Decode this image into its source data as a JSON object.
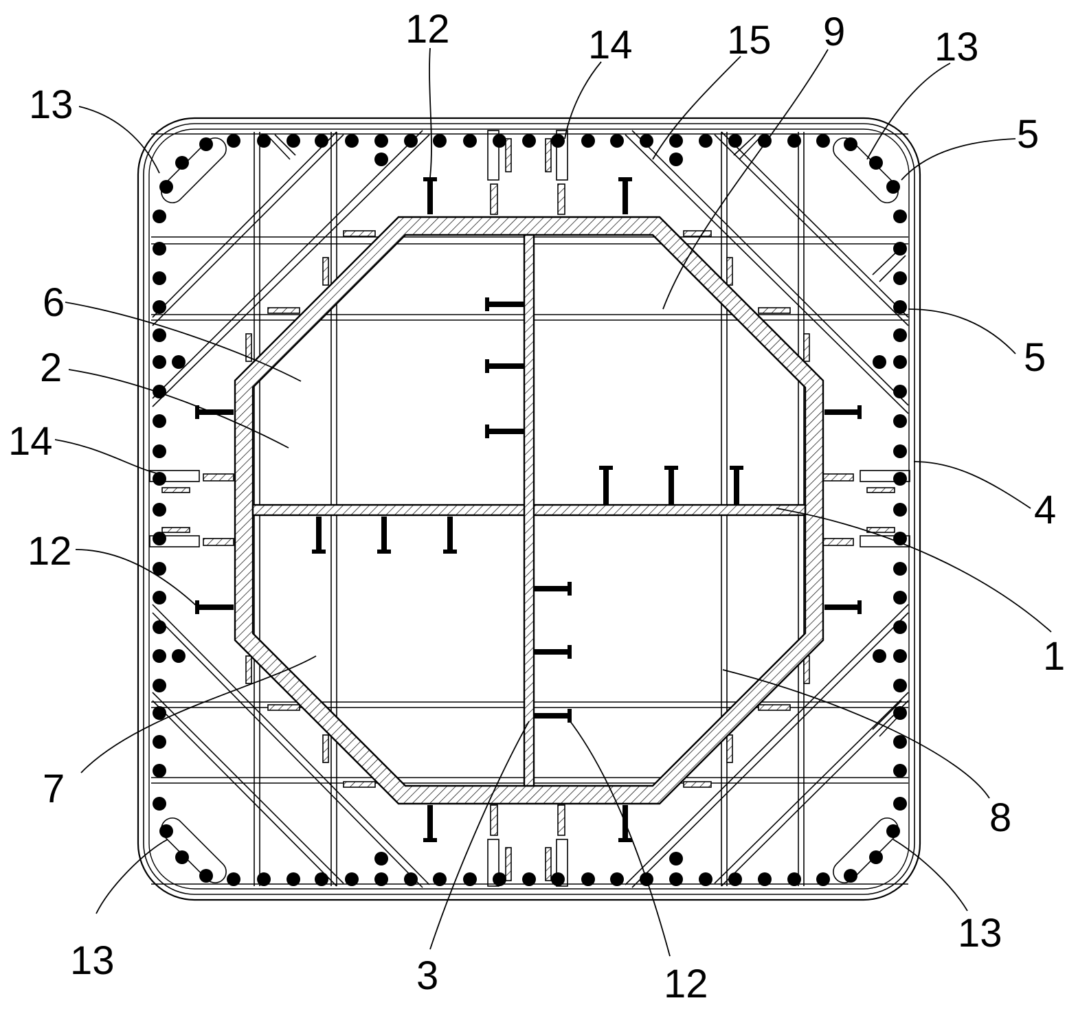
{
  "labels": {
    "l12a": "12",
    "l14a": "14",
    "l15": "15",
    "l9": "9",
    "l13a": "13",
    "l13b": "13",
    "l5a": "5",
    "l5b": "5",
    "l6": "6",
    "l2": "2",
    "l14b": "14",
    "l4": "4",
    "l12b": "12",
    "l1": "1",
    "l7": "7",
    "l8": "8",
    "l13c": "13",
    "l3": "3",
    "l12c": "12",
    "l13d": "13"
  }
}
